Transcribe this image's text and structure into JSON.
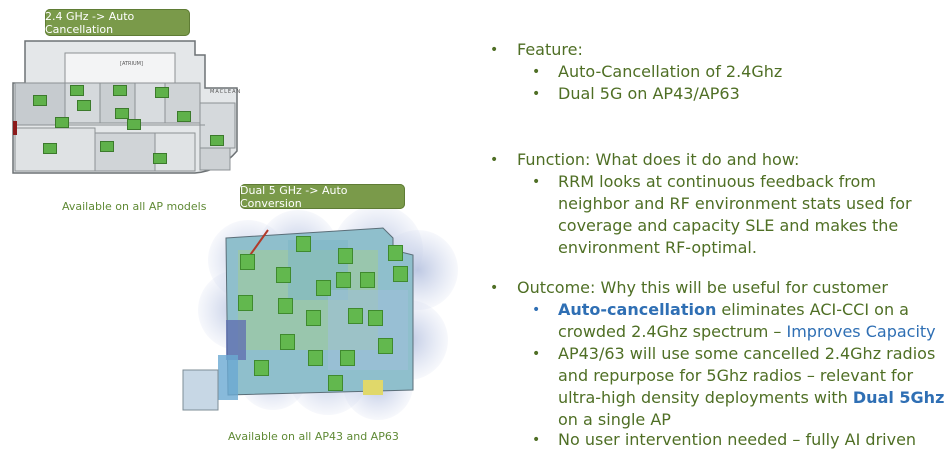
{
  "left": {
    "label_24": "2.4 GHz -> Auto Cancellation",
    "caption_top": "Available on all AP models",
    "label_5": "Dual 5 GHz -> Auto Conversion",
    "caption_bottom": "Available on all AP43 and AP63",
    "floorplan_atrium": "[ATRIUM]",
    "floorplan_maclean": "MACLEAN"
  },
  "colors": {
    "green_label": "#7a9a4a",
    "text_green": "#4f6f25",
    "accent_blue": "#2f6fb4"
  },
  "bullets": {
    "feature": {
      "label": "Feature:",
      "items": [
        "Auto-Cancellation of 2.4Ghz",
        "Dual 5G on AP43/AP63"
      ]
    },
    "function": {
      "label": "Function: What does it do and how:",
      "lines": [
        "RRM looks at continuous feedback from",
        "neighbor and RF environment stats used for",
        "coverage and capacity SLE and makes the",
        "environment RF-optimal."
      ]
    },
    "outcome": {
      "label": "Outcome: Why this will be useful for customer",
      "item1": {
        "bold": "Auto-cancellation",
        "rest": " eliminates ACI-CCI on a",
        "line2": "crowded 2.4Ghz spectrum – ",
        "highlight": "Improves Capacity"
      },
      "item2": {
        "line1": "AP43/63 will use some cancelled 2.4Ghz radios",
        "line2": "and repurpose for 5Ghz radios – relevant for",
        "line3": "ultra-high density deployments with ",
        "highlight": "Dual 5Ghz",
        "line4": "on a single AP"
      },
      "item3": "No user intervention needed – fully AI driven"
    }
  }
}
